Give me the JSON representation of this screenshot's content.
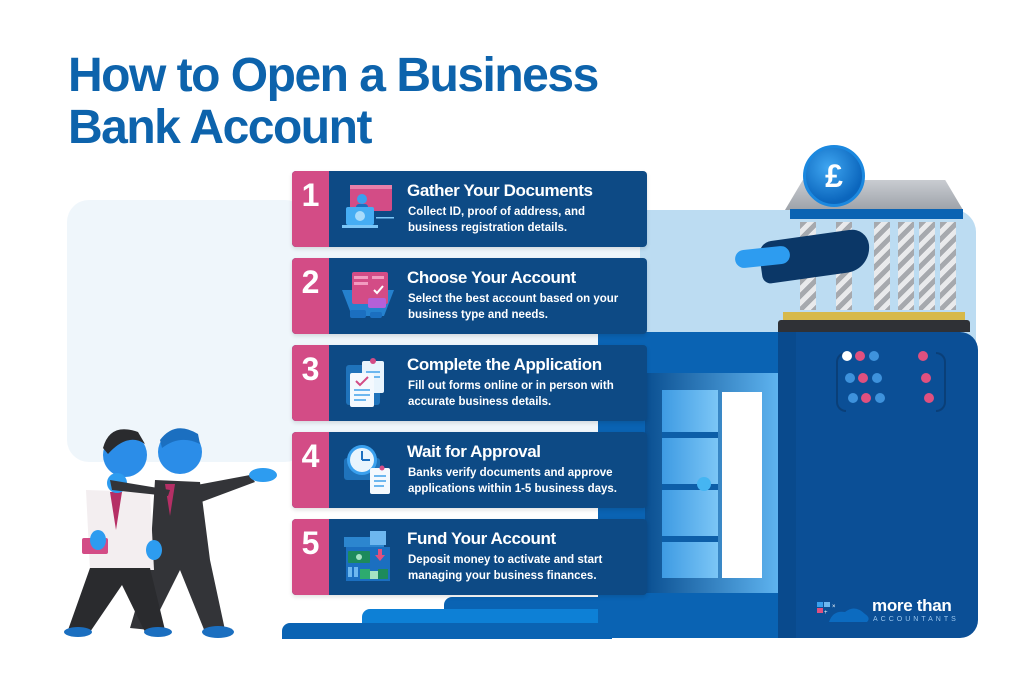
{
  "header": {
    "title_line1": "How to Open a Business",
    "title_line2": "Bank Account"
  },
  "steps": [
    {
      "number": "1",
      "title": "Gather Your Documents",
      "description": "Collect ID, proof of address, and business registration details.",
      "icon": "id-documents-laptop-icon"
    },
    {
      "number": "2",
      "title": "Choose Your Account",
      "description": "Select the best account based on your business type and needs.",
      "icon": "account-options-checklist-icon"
    },
    {
      "number": "3",
      "title": "Complete the Application",
      "description": "Fill out forms online or in person with accurate business details.",
      "icon": "application-form-icon"
    },
    {
      "number": "4",
      "title": "Wait for Approval",
      "description": "Banks verify documents and approve applications within 1-5 business days.",
      "icon": "clock-document-icon"
    },
    {
      "number": "5",
      "title": "Fund Your Account",
      "description": "Deposit money to activate and start managing your business finances.",
      "icon": "cash-deposit-building-icon"
    }
  ],
  "illustration": {
    "coin_symbol": "£",
    "bank": "bank-building-with-columns",
    "people": "two-businessmen-walking-pointing"
  },
  "brand": {
    "name": "more than",
    "subtitle": "ACCOUNTANTS"
  },
  "colors": {
    "title_blue": "#0d63ac",
    "card_navy": "#0d4a85",
    "number_pink": "#d34c86",
    "building_blue": "#0b4f96",
    "panel_light": "#eff6fb",
    "panel_sky": "#bcdcf2"
  }
}
